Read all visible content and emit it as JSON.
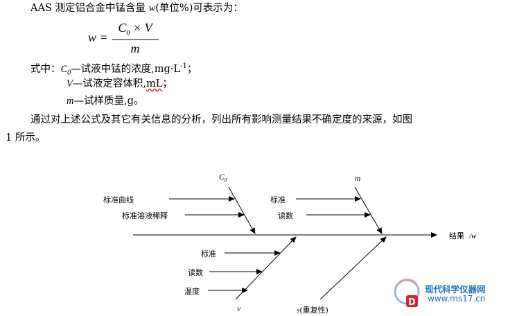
{
  "text": {
    "intro_prefix": "AAS 测定铝合金中锰含量 ",
    "intro_var": "w",
    "intro_suffix": "(单位%)可表示为：",
    "formula_lhs": "w =",
    "formula_num_var": "C",
    "formula_num_sub": "0",
    "formula_num_rest": " × V",
    "formula_den": "m",
    "where_label": "式中：",
    "def1_var": "C",
    "def1_sub": "0",
    "def1_text": "—试液中锰的浓度,mg·L",
    "def1_sup": "-1",
    "def1_end": "；",
    "def2_var": "V",
    "def2_text": "—试液定容体积,",
    "def2_unit": "mL",
    "def2_end": "；",
    "def3_var": "m",
    "def3_text": "—试样质量,g。",
    "para_line1": "通过对上述公式及其它有关信息的分析，列出所有影响测量结果不确定度的来源，如图",
    "para_line2": "1 所示。"
  },
  "diagram": {
    "c0_label": "C0",
    "c0_sub_main": "C",
    "c0_sub_idx": "0",
    "m_label": "m",
    "v_label": "v",
    "s_label": "s",
    "s_suffix": "(重复性)",
    "c0_cause1": "标准曲线",
    "c0_cause2": "标准溶液稀释",
    "m_cause1": "标准",
    "m_cause2": "读数",
    "v_cause1": "标准",
    "v_cause2": "读数",
    "v_cause3": "温度",
    "result_label": "结果",
    "result_var": "/w"
  },
  "watermark": {
    "title": "现代科学仪器网",
    "url": "www.ms17.cn",
    "logo_letter": "D"
  }
}
